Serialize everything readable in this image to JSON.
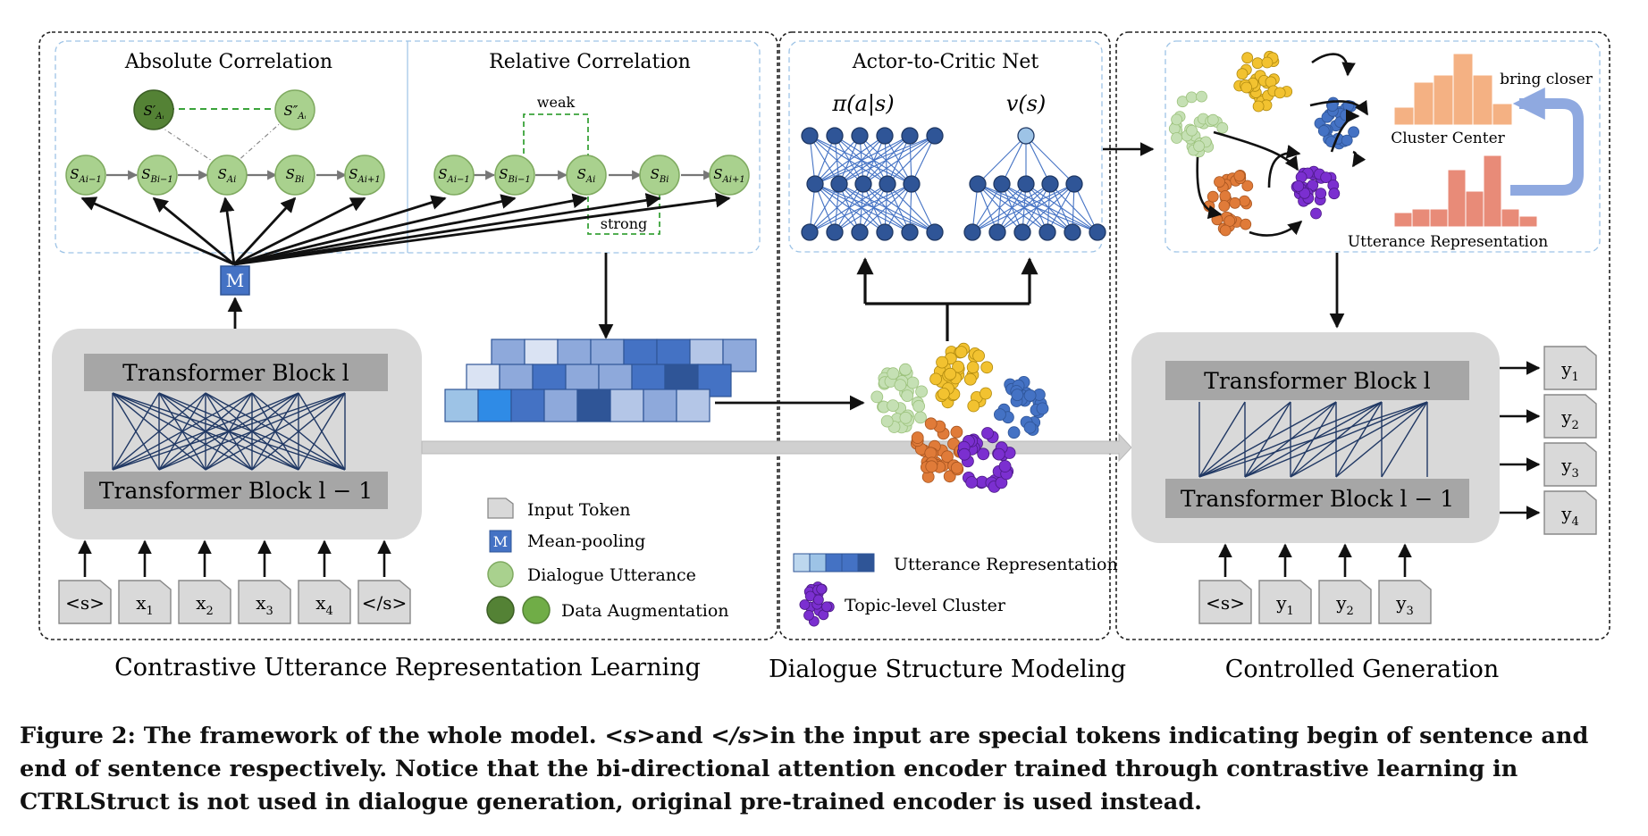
{
  "panels": {
    "contrastive": "Contrastive Utterance Representation Learning",
    "structure": "Dialogue Structure Modeling",
    "generation": "Controlled Generation"
  },
  "correlation": {
    "absolute_title": "Absolute Correlation",
    "relative_title": "Relative Correlation",
    "weak": "weak",
    "strong": "strong",
    "aug_nodes": [
      "S'Ai",
      "S''Ai"
    ],
    "chain": [
      "SAi−1",
      "SBi−1",
      "SAi",
      "SBi",
      "SAi+1"
    ],
    "pool_label": "M"
  },
  "encoder": {
    "top_block": "Transformer Block l",
    "bottom_block": "Transformer Block l − 1",
    "input_tokens": [
      "<s>",
      "x1",
      "x2",
      "x3",
      "x4",
      "</s>"
    ]
  },
  "legend_left": {
    "input_token": "Input Token",
    "mean_pooling": "Mean-pooling",
    "dialogue_utterance": "Dialogue Utterance",
    "data_augmentation": "Data Augmentation"
  },
  "actor_critic": {
    "title": "Actor-to-Critic Net",
    "policy": "π(a|s)",
    "value": "v(s)"
  },
  "legend_mid": {
    "utterance_representation": "Utterance Representation",
    "topic_cluster": "Topic-level Cluster"
  },
  "right_panel": {
    "bring_closer": "bring closer",
    "cluster_center": "Cluster Center",
    "utterance_representation": "Utterance Representation"
  },
  "decoder": {
    "top_block": "Transformer Block l",
    "bottom_block": "Transformer Block l − 1",
    "input_tokens": [
      "<s>",
      "y1",
      "y2",
      "y3"
    ],
    "outputs": [
      "y1",
      "y2",
      "y3",
      "y4"
    ]
  },
  "caption": {
    "lead": "Figure 2: The framework of the whole model. ",
    "tok_s": "<s>",
    "mid1": "and ",
    "tok_es": "</s>",
    "rest": "in the input are special tokens indicating begin of sentence and end of sentence respectively. Notice that the bi-directional attention encoder trained through contrastive learning in CTRLStruct is not used in dialogue generation, original pre-trained encoder is used instead."
  },
  "colors": {
    "green_node": "#a9d18e",
    "green_dark": "#548235",
    "blue_node": "#2f5597",
    "cluster_green": "#c5e0b4",
    "cluster_yellow": "#f2c230",
    "cluster_blue": "#4472c4",
    "cluster_orange": "#e07b39",
    "cluster_purple": "#7b2fd0",
    "hist_top": "#f4b183",
    "hist_bottom": "#e88b78",
    "gray_panel": "#d9d9d9",
    "gray_bar": "#a6a6a6"
  }
}
